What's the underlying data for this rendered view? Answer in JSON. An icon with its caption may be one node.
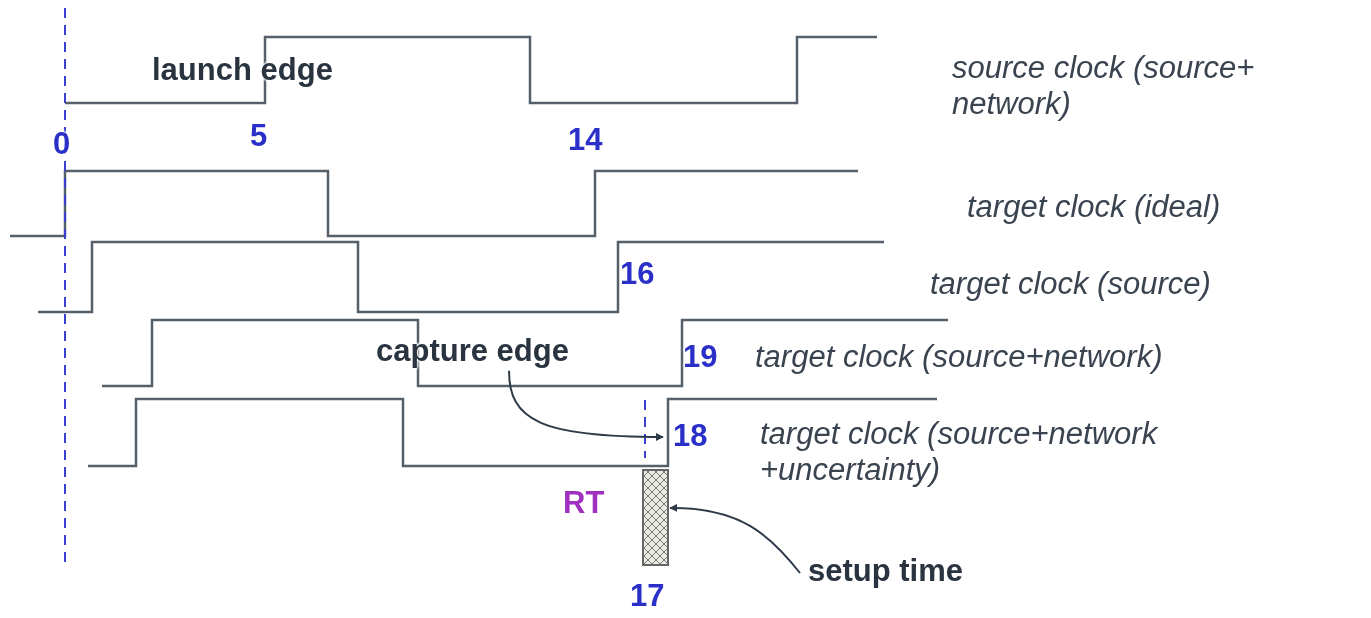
{
  "diagram": {
    "nodes": [
      {
        "text": [
          "capture edge"
        ]
      },
      {
        "text": [
          "setup time"
        ]
      },
      {
        "text": [],
        "shape": "box"
      },
      {
        "text": [],
        "shape": "line"
      }
    ],
    "edges": [
      {
        "from": 0,
        "to": 3,
        "arrow": "to"
      },
      {
        "from": 1,
        "to": 2,
        "arrow": "to"
      }
    ],
    "labels": [
      "launch edge",
      "source clock (source+ network)",
      "0",
      "5",
      "14",
      "target clock (ideal)",
      "16",
      "target clock (source)",
      "19",
      "target clock (source+network)",
      "18",
      "target clock (source+network +uncertainty)",
      "RT",
      "17"
    ]
  }
}
